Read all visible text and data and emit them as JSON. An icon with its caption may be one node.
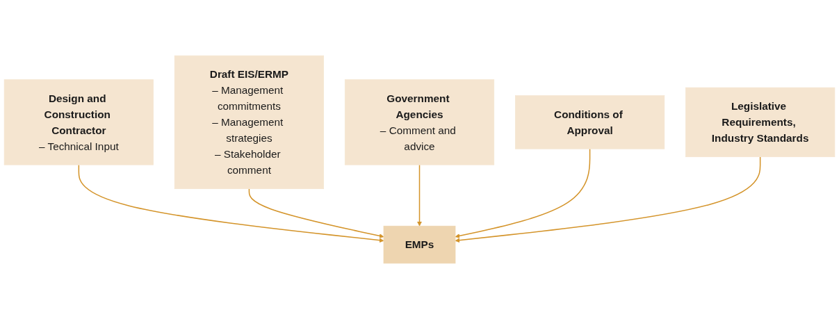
{
  "diagram": {
    "nodes": [
      {
        "text": [
          "Design and Construction Contractor",
          "– Technical Input"
        ]
      },
      {
        "text": [
          "Draft EIS/ERMP",
          "– Management commitments",
          "– Management strategies",
          "– Stakeholder comment"
        ]
      },
      {
        "text": [
          "Government Agencies",
          "– Comment and advice"
        ]
      },
      {
        "text": [
          "Conditions of Approval"
        ]
      },
      {
        "text": [
          "EMPs"
        ]
      },
      {
        "text": [
          "Legislative Requirements, Industry Standards"
        ]
      }
    ],
    "edges": [
      {
        "from": 0,
        "to": 4,
        "arrow": "to"
      },
      {
        "from": 1,
        "to": 4,
        "arrow": "to"
      },
      {
        "from": 2,
        "to": 4,
        "arrow": "to"
      },
      {
        "from": 3,
        "to": 4,
        "arrow": "to"
      },
      {
        "from": 5,
        "to": 4,
        "arrow": "to"
      }
    ]
  }
}
